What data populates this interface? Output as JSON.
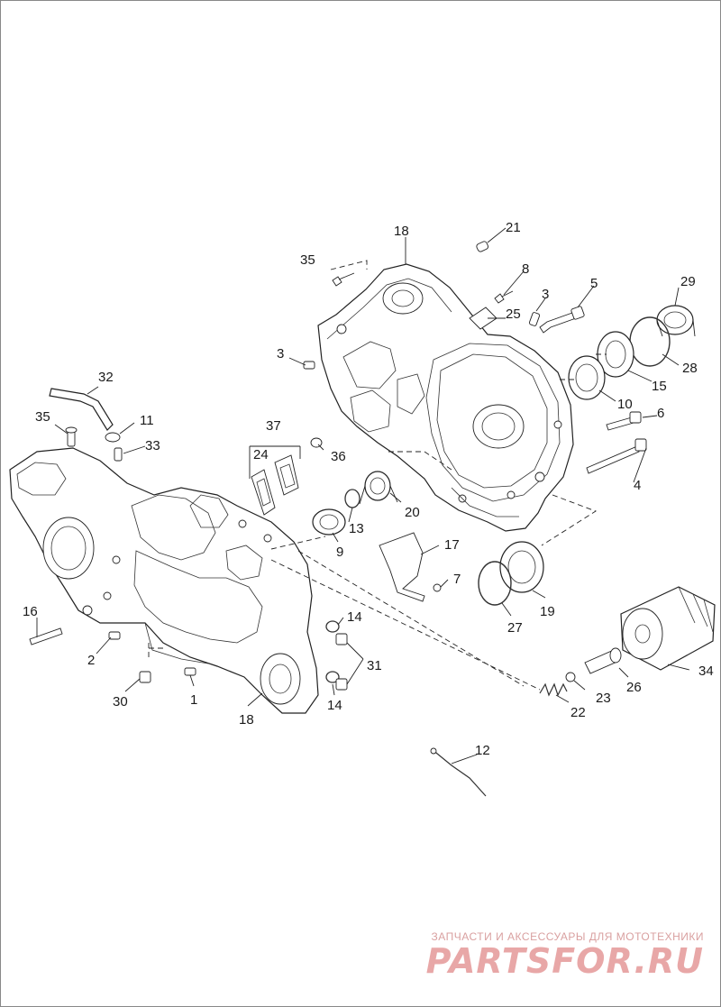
{
  "callouts": [
    {
      "id": "c18top",
      "text": "18"
    },
    {
      "id": "c21",
      "text": "21"
    },
    {
      "id": "c35top",
      "text": "35"
    },
    {
      "id": "c8",
      "text": "8"
    },
    {
      "id": "c3right",
      "text": "3"
    },
    {
      "id": "c5",
      "text": "5"
    },
    {
      "id": "c29",
      "text": "29"
    },
    {
      "id": "c25",
      "text": "25"
    },
    {
      "id": "c3left",
      "text": "3"
    },
    {
      "id": "c28",
      "text": "28"
    },
    {
      "id": "c15",
      "text": "15"
    },
    {
      "id": "c10",
      "text": "10"
    },
    {
      "id": "c6",
      "text": "6"
    },
    {
      "id": "c32",
      "text": "32"
    },
    {
      "id": "c35left",
      "text": "35"
    },
    {
      "id": "c11",
      "text": "11"
    },
    {
      "id": "c33",
      "text": "33"
    },
    {
      "id": "c37",
      "text": "37"
    },
    {
      "id": "c24",
      "text": "24"
    },
    {
      "id": "c36",
      "text": "36"
    },
    {
      "id": "c4",
      "text": "4"
    },
    {
      "id": "c20",
      "text": "20"
    },
    {
      "id": "c13",
      "text": "13"
    },
    {
      "id": "c9",
      "text": "9"
    },
    {
      "id": "c17",
      "text": "17"
    },
    {
      "id": "c7",
      "text": "7"
    },
    {
      "id": "c19",
      "text": "19"
    },
    {
      "id": "c27",
      "text": "27"
    },
    {
      "id": "c16",
      "text": "16"
    },
    {
      "id": "c2",
      "text": "2"
    },
    {
      "id": "c14top",
      "text": "14"
    },
    {
      "id": "c31",
      "text": "31"
    },
    {
      "id": "c14bot",
      "text": "14"
    },
    {
      "id": "c30",
      "text": "30"
    },
    {
      "id": "c1",
      "text": "1"
    },
    {
      "id": "c18bot",
      "text": "18"
    },
    {
      "id": "c26",
      "text": "26"
    },
    {
      "id": "c34",
      "text": "34"
    },
    {
      "id": "c23",
      "text": "23"
    },
    {
      "id": "c22",
      "text": "22"
    },
    {
      "id": "c12",
      "text": "12"
    }
  ],
  "watermark": {
    "tagline": "ЗАПЧАСТИ И АКСЕССУАРЫ ДЛЯ МОТОТЕХНИКИ",
    "logo": "PARTSFOR.RU",
    "tagline_color": "#d9a0a0",
    "logo_color": "#e8a7a7"
  }
}
